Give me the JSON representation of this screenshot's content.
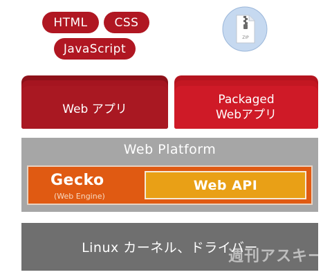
{
  "tech": {
    "html": "HTML",
    "css": "CSS",
    "javascript": "JavaScript"
  },
  "zip_icon": {
    "label": "ZIP"
  },
  "apps": {
    "web_app": "Web アプリ",
    "packaged_line1": "Packaged",
    "packaged_line2": "Webアプリ"
  },
  "platform": {
    "title": "Web Platform",
    "gecko": "Gecko",
    "gecko_sub": "(Web Engine)",
    "web_api": "Web API"
  },
  "os": {
    "label": "Linux カーネル、ドライバー"
  },
  "watermark": "週刊アスキー",
  "colors": {
    "dark_red": "#a91822",
    "red": "#cf1a27",
    "gray": "#a6a6a6",
    "dark_gray": "#6f6f6f",
    "orange": "#e05a12",
    "amber": "#e9a016"
  }
}
